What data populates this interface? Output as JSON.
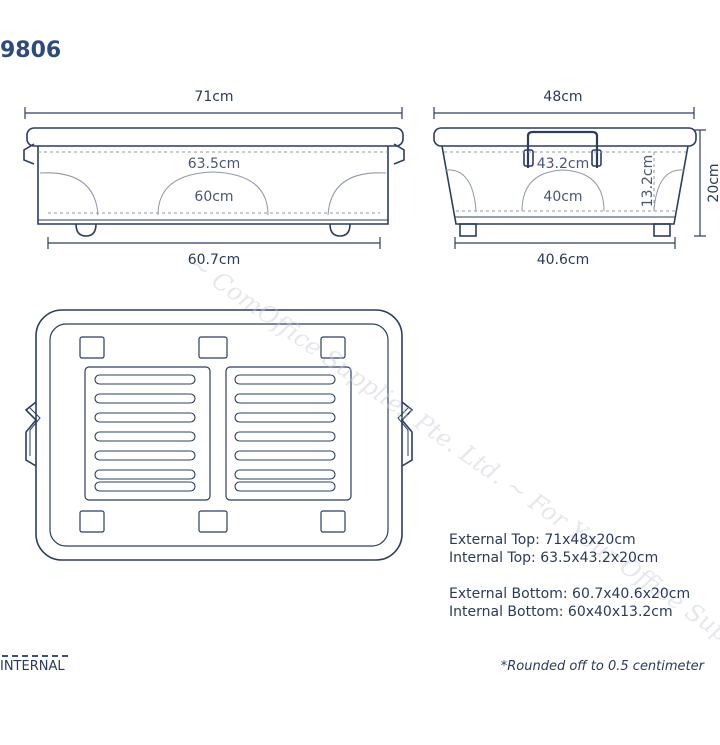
{
  "title": "9806",
  "colors": {
    "line": "#2d3c63",
    "dash": "#8e97ad",
    "text": "#2b3a5c"
  },
  "dimensions": {
    "front_top": "71cm",
    "front_internal_top": "63.5cm",
    "front_internal_bottom": "60cm",
    "front_bottom": "60.7cm",
    "side_top": "48cm",
    "side_internal_top": "43.2cm",
    "side_internal_bottom": "40cm",
    "side_bottom": "40.6cm",
    "side_internal_height": "13.2cm",
    "side_height": "20cm"
  },
  "specs": {
    "external_top": "External Top: 71x48x20cm",
    "internal_top": "Internal Top: 63.5x43.2x20cm",
    "external_bottom": "External Bottom: 60.7x40.6x20cm",
    "internal_bottom": "Internal Bottom: 60x40x13.2cm"
  },
  "legend": {
    "label": "INTERNAL"
  },
  "footnote": "*Rounded off to 0.5 centimeter",
  "watermark": "~ ComOffice Supplies Pte. Ltd. ~ For Your Office Supplies Needs ~"
}
